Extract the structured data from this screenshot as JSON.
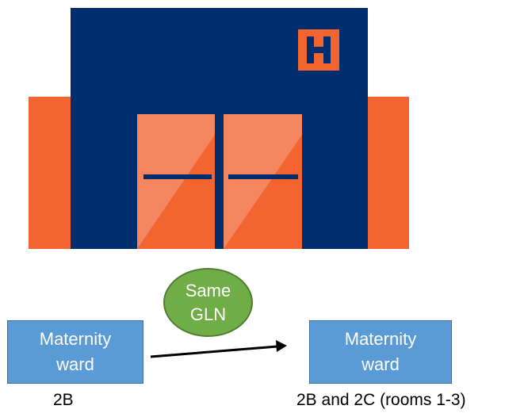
{
  "colors": {
    "navy": "#002d6e",
    "orange": "#f26430",
    "orange_light": "#f48660",
    "box_blue": "#5b9bd5",
    "ellipse_green": "#70ad47"
  },
  "icons": {
    "hospital": "hospital-building-icon",
    "h_sign": "hospital-h-sign-icon"
  },
  "ellipse": {
    "line1": "Same",
    "line2": "GLN"
  },
  "left_box": {
    "line1": "Maternity",
    "line2": "ward",
    "caption": "2B"
  },
  "right_box": {
    "line1": "Maternity",
    "line2": "ward",
    "caption": "2B and 2C (rooms 1-3)"
  }
}
